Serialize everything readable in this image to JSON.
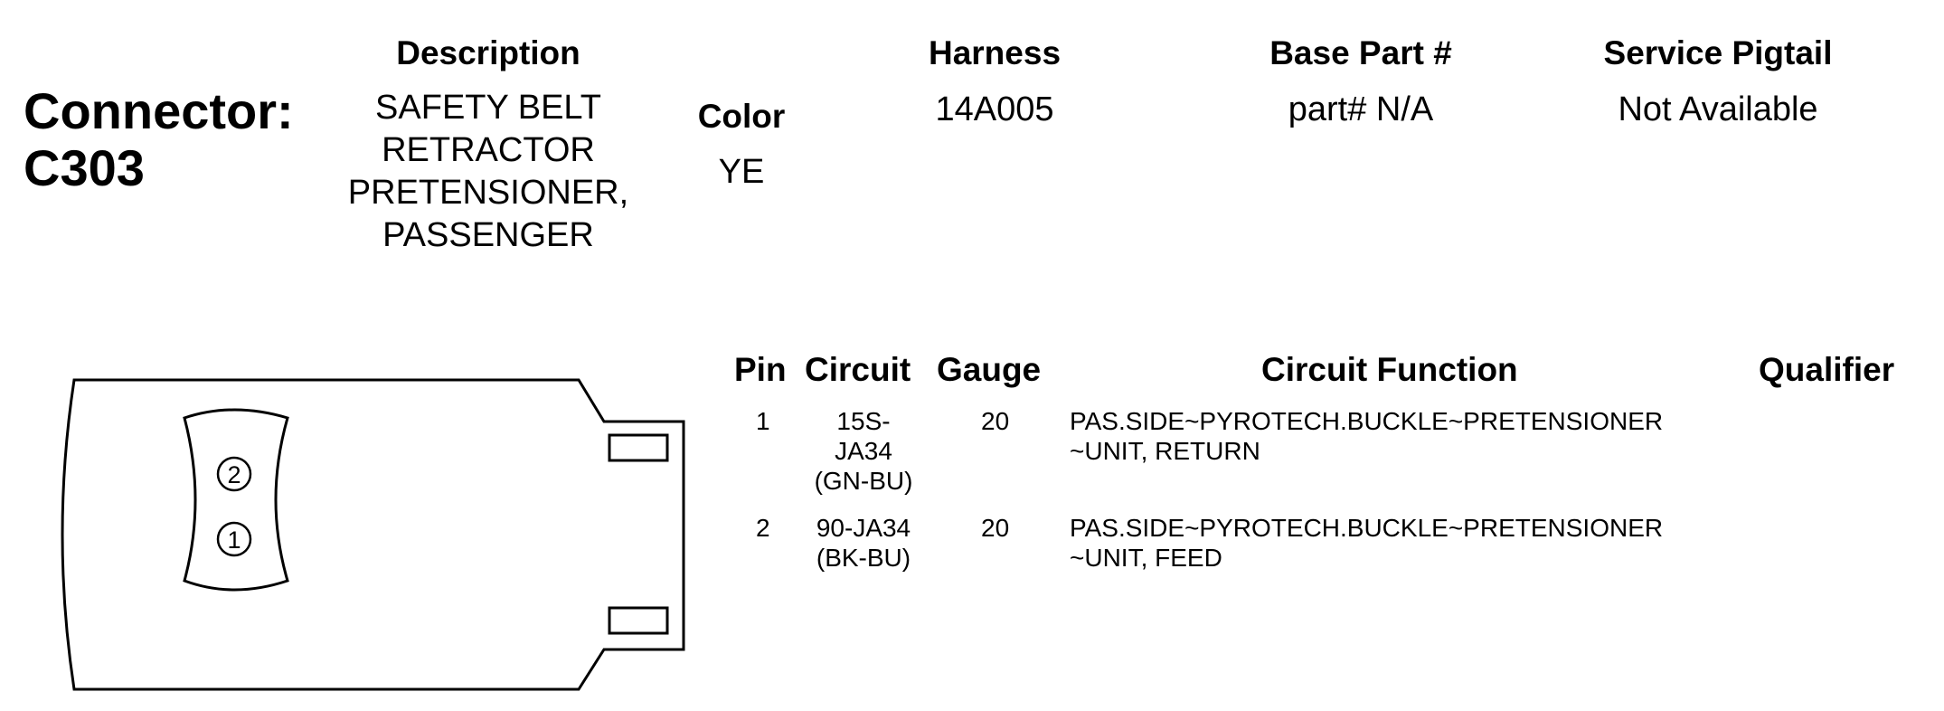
{
  "connector": {
    "label": "Connector:",
    "id": "C303"
  },
  "headers": {
    "description": "Description",
    "color": "Color",
    "harness": "Harness",
    "base_part": "Base Part #",
    "service_pigtail": "Service Pigtail"
  },
  "values": {
    "description": "SAFETY BELT\nRETRACTOR\nPRETENSIONER,\nPASSENGER",
    "color": "YE",
    "harness": "14A005",
    "base_part": "part# N/A",
    "service_pigtail": "Not Available"
  },
  "pin_table": {
    "columns": {
      "pin": "Pin",
      "circuit": "Circuit",
      "gauge": "Gauge",
      "circuit_function": "Circuit Function",
      "qualifier": "Qualifier"
    },
    "rows": [
      {
        "pin": "1",
        "circuit": "15S-\nJA34\n(GN-BU)",
        "gauge": "20",
        "circuit_function": "PAS.SIDE~PYROTECH.BUCKLE~PRETENSIONER\n~UNIT, RETURN",
        "qualifier": ""
      },
      {
        "pin": "2",
        "circuit": "90-JA34\n(BK-BU)",
        "gauge": "20",
        "circuit_function": "PAS.SIDE~PYROTECH.BUCKLE~PRETENSIONER\n~UNIT, FEED",
        "qualifier": ""
      }
    ]
  },
  "diagram": {
    "pin_labels": [
      "2",
      "1"
    ],
    "stroke_color": "#000000"
  }
}
